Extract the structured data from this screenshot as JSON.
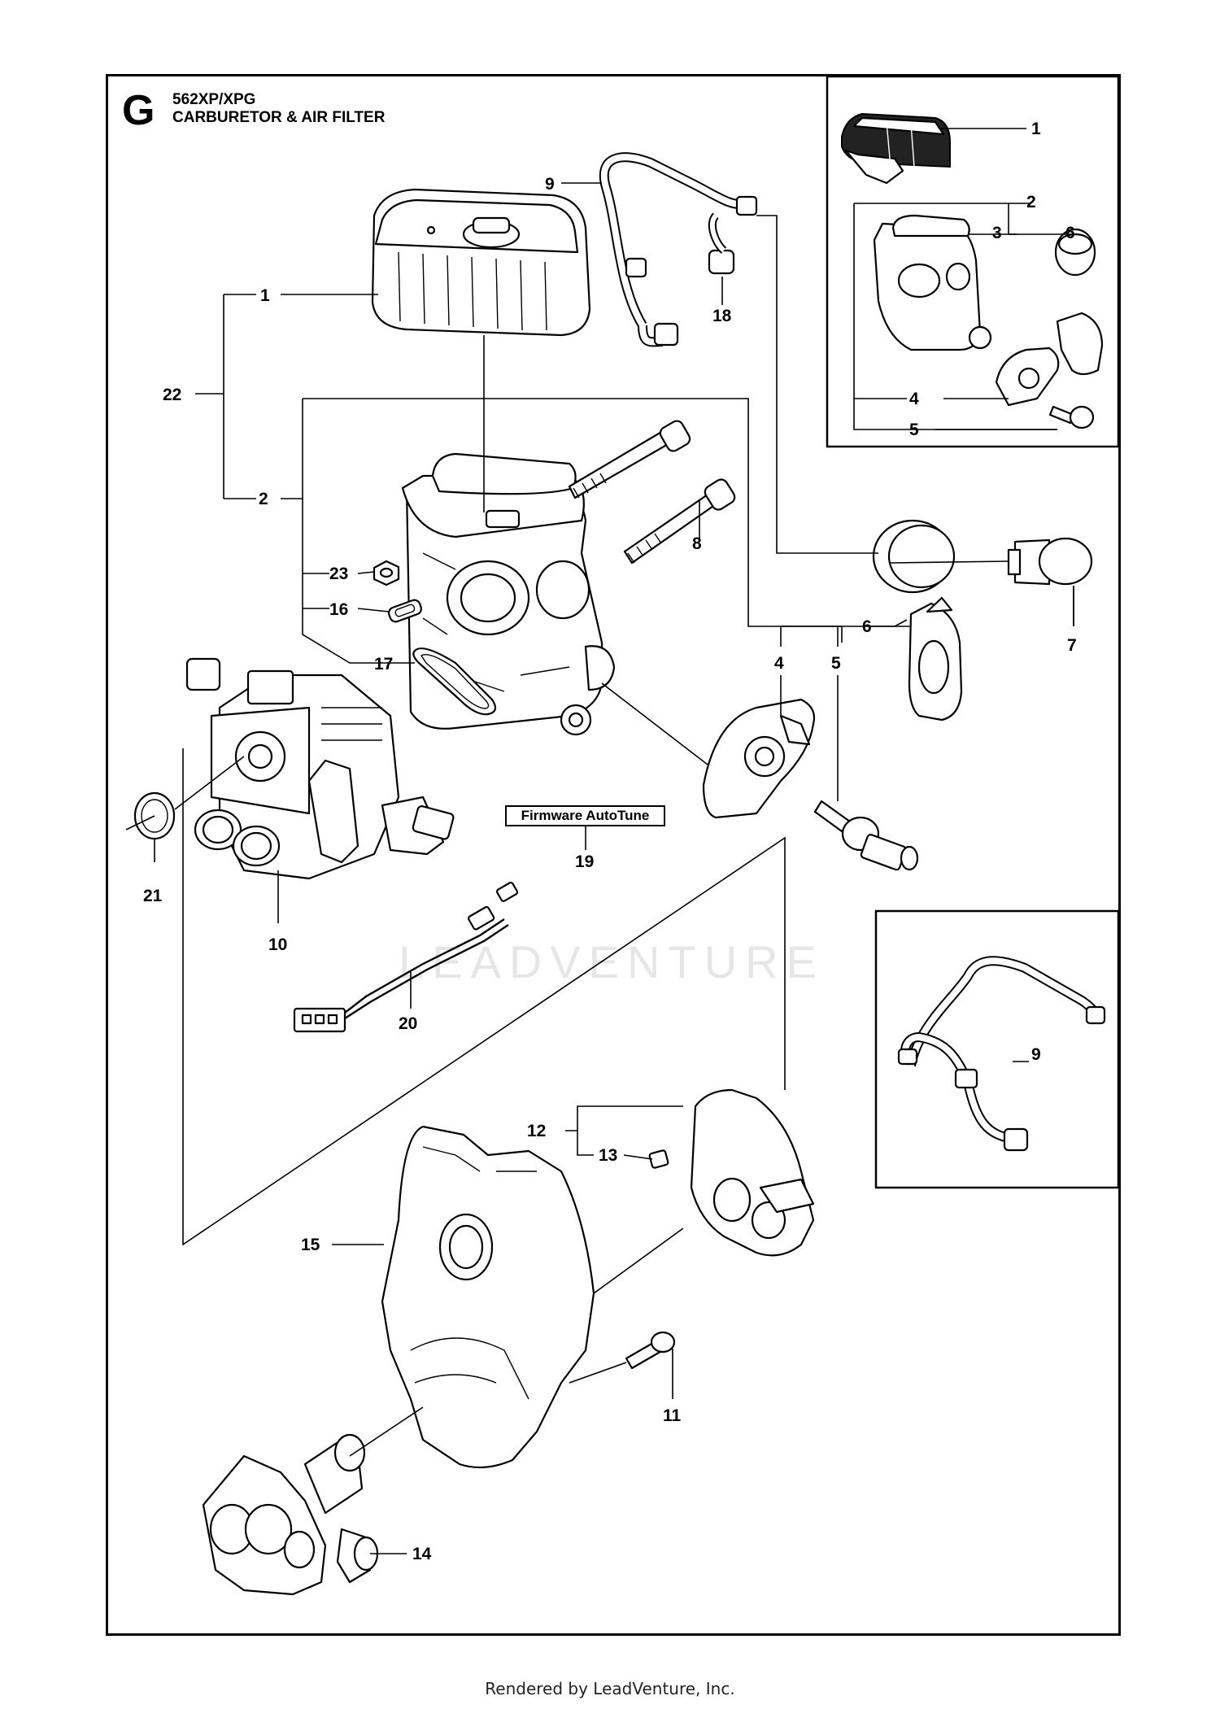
{
  "header": {
    "section_letter": "G",
    "model": "562XP/XPG",
    "title": "CARBURETOR & AIR FILTER"
  },
  "callouts": {
    "main_1": "1",
    "main_22": "22",
    "main_2": "2",
    "main_9": "9",
    "main_18": "18",
    "main_8": "8",
    "main_23": "23",
    "main_16": "16",
    "main_17": "17",
    "main_6": "6",
    "main_7": "7",
    "main_4": "4",
    "main_5": "5",
    "main_21": "21",
    "main_10": "10",
    "main_19": "19",
    "main_20": "20",
    "main_12": "12",
    "main_13": "13",
    "main_15": "15",
    "main_11": "11",
    "main_14": "14",
    "inset_top_1": "1",
    "inset_top_2": "2",
    "inset_top_3": "3",
    "inset_top_6": "6",
    "inset_top_4": "4",
    "inset_top_5": "5",
    "inset_bottom_9": "9"
  },
  "firmware_label": "Firmware AutoTune",
  "watermark": "LEADVENTURE",
  "footer": "Rendered by LeadVenture, Inc."
}
